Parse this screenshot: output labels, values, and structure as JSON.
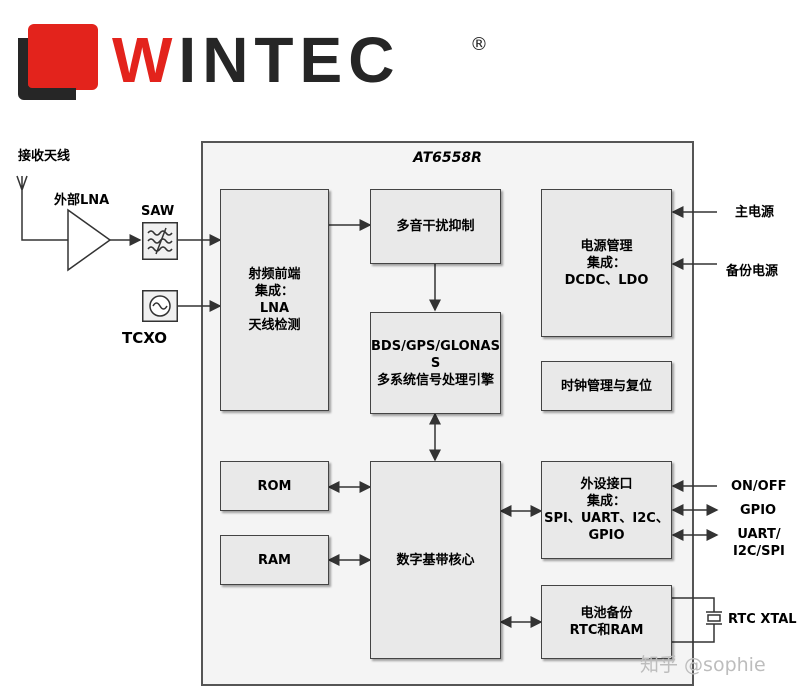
{
  "logo": {
    "text": "WINTEC",
    "registered": "®",
    "brand_red": "#e3231c",
    "brand_dark": "#262626"
  },
  "chip": {
    "name": "AT6558R"
  },
  "blocks": {
    "rf_front": "射频前端\n集成：\nLNA\n天线检测",
    "interference": "多音干扰抑制",
    "power_mgmt": "电源管理\n集成：\nDCDC、LDO",
    "signal_engine": "BDS/GPS/GLONAS\nS\n多系统信号处理引擎",
    "clock_mgmt": "时钟管理与复位",
    "rom": "ROM",
    "ram": "RAM",
    "baseband": "数字基带核心",
    "peripheral": "外设接口\n集成：\nSPI、UART、I2C、\nGPIO",
    "battery_backup": "电池备份\nRTC和RAM"
  },
  "external": {
    "antenna": "接收天线",
    "lna": "外部LNA",
    "saw": "SAW",
    "tcxo": "TCXO",
    "main_power": "主电源",
    "backup_power": "备份电源",
    "on_off": "ON/OFF",
    "gpio": "GPIO",
    "uart_i2c_spi": "UART/\nI2C/SPI",
    "rtc_xtal": "RTC XTAL"
  },
  "watermark": "知乎 @sophie"
}
